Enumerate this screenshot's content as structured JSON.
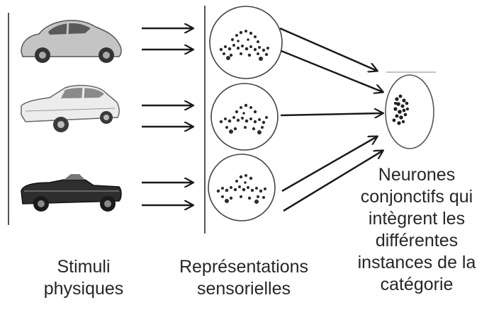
{
  "captions": {
    "stimuli": [
      "Stimuli",
      "physiques"
    ],
    "representations": [
      "Représentations",
      "sensorielles"
    ],
    "neurones": [
      "Neurones",
      "conjonctifs qui",
      "intègrent les",
      "différentes",
      "instances de la",
      "catégorie"
    ]
  },
  "stimuli": [
    {
      "name": "beetle-car",
      "body_color": "#bdbdbd"
    },
    {
      "name": "sedan-car",
      "body_color": "#e6e6e6"
    },
    {
      "name": "convertible-car",
      "body_color": "#2e2e2e"
    }
  ],
  "colors": {
    "line": "#1a1a1a",
    "circle": "#444444",
    "dots": "#2b2b2b",
    "caption": "#262626"
  }
}
